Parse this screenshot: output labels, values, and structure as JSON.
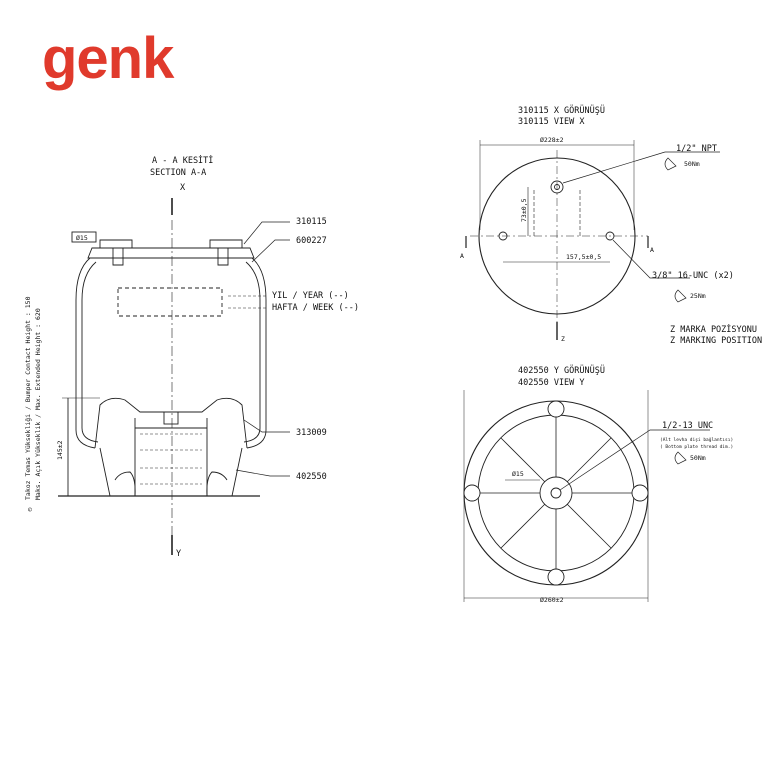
{
  "brand": {
    "name": "genk",
    "color": "#e03a2c"
  },
  "section": {
    "title_tr": "A - A KESİTİ",
    "title_en": "SECTION A-A",
    "mark_x": "X",
    "mark_y": "Y",
    "dim_top": "Ø15",
    "dim_height": "145±2",
    "vertical_text_1": "Takoz Temas Yüksekliği / Bumper Contact Height : 150",
    "vertical_text_2": "Maks. Açık Yükseklik / Max. Extended Height : 620",
    "side_symbol": "©",
    "labels": {
      "p1": "310115",
      "p2": "600227",
      "year": "YIL / YEAR (--)",
      "week": "HAFTA / WEEK (--)",
      "p3": "313009",
      "p4": "402550"
    }
  },
  "view_x": {
    "title_tr": "310115 X GÖRÜNÜŞÜ",
    "title_en": "310115   VIEW X",
    "dia": "Ø228±2",
    "npt": "1/2\" NPT",
    "torque1": "50Nm",
    "dim_vert": "73±0,5",
    "dim_horiz": "157,5±0,5",
    "unc": "3/8\" 16-UNC (x2)",
    "torque2": "25Nm",
    "mark_a": "A",
    "mark_z": "Z",
    "marking_tr": "Z MARKA POZİSYONU",
    "marking_en": "Z MARKING POSITION"
  },
  "view_y": {
    "title_tr": "402550 Y GÖRÜNÜŞÜ",
    "title_en": "402550 VIEW Y",
    "unc": "1/2-13 UNC",
    "note1": "(Alt levha dişi bağlantısı)",
    "note2": "( Bottom plate thread dim.)",
    "torque": "50Nm",
    "dia_small": "Ø15",
    "dia": "Ø260±2"
  }
}
